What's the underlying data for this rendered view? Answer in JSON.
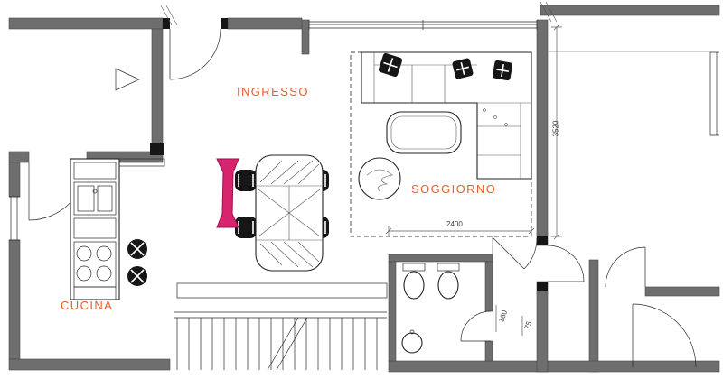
{
  "rooms": {
    "ingresso": "INGRESSO",
    "soggiorno": "SOGGIORNO",
    "cucina": "CUCINA"
  },
  "dimensions": {
    "sofa_width": "2400",
    "right_height": "3520",
    "bath_width": "160",
    "bath_door": "75"
  },
  "colors": {
    "room_label": "#ea5c2b",
    "highlight": "#d6246e",
    "wall": "#6e6e6e",
    "line": "#2b2b2b",
    "background": "#ffffff"
  }
}
